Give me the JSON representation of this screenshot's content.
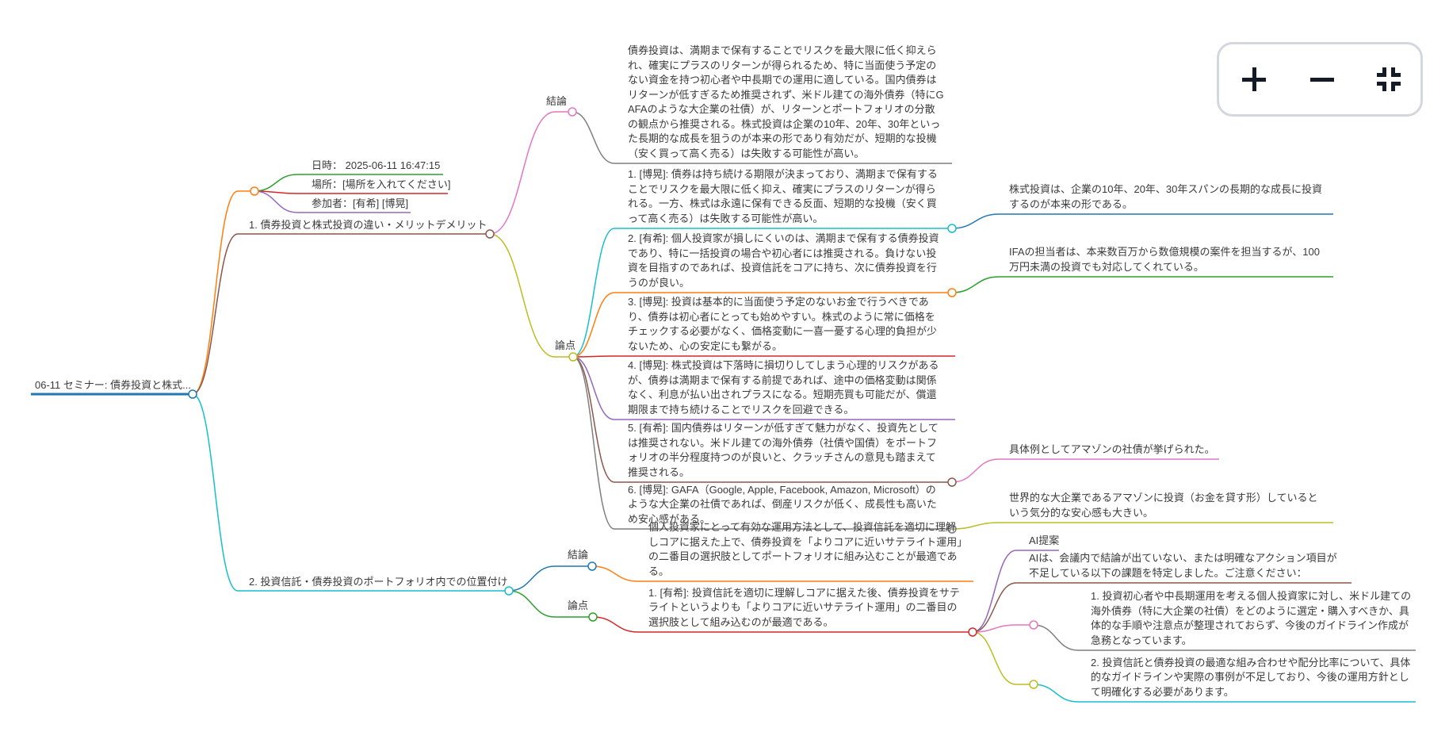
{
  "root": {
    "label": "06-11 セミナー: 債券投資と株式..."
  },
  "meta": {
    "datetime": "日時： 2025-06-11 16:47:15",
    "place": "場所：[場所を入れてください]",
    "participants": "参加者：[有希] [博晃]"
  },
  "topic1": {
    "title": "1. 債券投資と株式投資の違い・メリットデメリット",
    "conclusion_label": "結論",
    "conclusion": "債券投資は、満期まで保有することでリスクを最大限に低く抑えられ、確実にプラスのリターンが得られるため、特に当面使う予定のない資金を持つ初心者や中長期での運用に適している。国内債券はリターンが低すぎるため推奨されず、米ドル建ての海外債券（特にGAFAのような大企業の社債）が、リターンとポートフォリオの分散の観点から推奨される。株式投資は企業の10年、20年、30年といった長期的な成長を狙うのが本来の形であり有効だが、短期的な投機（安く買って高く売る）は失敗する可能性が高い。",
    "points_label": "論点",
    "points": [
      {
        "text": "1. [博晃]: 債券は持ち続ける期限が決まっており、満期まで保有することでリスクを最大限に低く抑え、確実にプラスのリターンが得られる。一方、株式は永遠に保有できる反面、短期的な投機（安く買って高く売る）は失敗する可能性が高い。",
        "note": "株式投資は、企業の10年、20年、30年スパンの長期的な成長に投資するのが本来の形である。"
      },
      {
        "text": "2. [有希]: 個人投資家が損しにくいのは、満期まで保有する債券投資であり、特に一括投資の場合や初心者には推奨される。負けない投資を目指すのであれば、投資信託をコアに持ち、次に債券投資を行うのが良い。",
        "note": "IFAの担当者は、本来数百万から数億規模の案件を担当するが、100万円未満の投資でも対応してくれている。"
      },
      {
        "text": "3. [博晃]: 投資は基本的に当面使う予定のないお金で行うべきであり、債券は初心者にとっても始めやすい。株式のように常に価格をチェックする必要がなく、価格変動に一喜一憂する心理的負担が少ないため、心の安定にも繋がる。"
      },
      {
        "text": "4. [博晃]: 株式投資は下落時に損切りしてしまう心理的リスクがあるが、債券は満期まで保有する前提であれば、途中の価格変動は関係なく、利息が払い出されプラスになる。短期売買も可能だが、償還期限まで持ち続けることでリスクを回避できる。"
      },
      {
        "text": "5. [有希]: 国内債券はリターンが低すぎて魅力がなく、投資先としては推奨されない。米ドル建ての海外債券（社債や国債）をポートフォリオの半分程度持つのが良いと、クラッチさんの意見も踏まえて推奨される。",
        "note": "具体例としてアマゾンの社債が挙げられた。"
      },
      {
        "text": "6. [博晃]: GAFA（Google, Apple, Facebook, Amazon, Microsoft）のような大企業の社債であれば、倒産リスクが低く、成長性も高いため安心感がある。",
        "note": "世界的な大企業であるアマゾンに投資（お金を貸す形）しているという気分的な安心感も大きい。"
      }
    ]
  },
  "topic2": {
    "title": "2. 投資信託・債券投資のポートフォリオ内での位置付け",
    "conclusion_label": "結論",
    "conclusion": "個人投資家にとって有効な運用方法として、投資信託を適切に理解しコアに据えた上で、債券投資を「よりコアに近いサテライト運用」の二番目の選択肢としてポートフォリオに組み込むことが最適である。",
    "points_label": "論点",
    "point": "1. [有希]: 投資信託を適切に理解しコアに据えた後、債券投資をサテライトというよりも「よりコアに近いサテライト運用」の二番目の選択肢として組み込むのが最適である。",
    "ai": {
      "label": "AI提案",
      "intro": "AIは、会議内で結論が出ていない、または明確なアクション項目が不足している以下の課題を特定しました。ご注意ください：",
      "items": [
        "1. 投資初心者や中長期運用を考える個人投資家に対し、米ドル建ての海外債券（特に大企業の社債）をどのように選定・購入すべきか、具体的な手順や注意点が整理されておらず、今後のガイドライン作成が急務となっています。",
        "2. 投資信託と債券投資の最適な組み合わせや配分比率について、具体的なガイドラインや実際の事例が不足しており、今後の運用方針として明確化する必要があります。"
      ]
    }
  },
  "toolbar": {
    "zoom_in": "plus-icon",
    "zoom_out": "minus-icon",
    "fit": "fit-icon"
  },
  "colors": {
    "blue": "#1f77b4",
    "orange": "#ff7f0e",
    "green": "#2ca02c",
    "red": "#d62728",
    "purple": "#9467bd",
    "brown": "#8c564b",
    "pink": "#e377c2",
    "gray": "#7f7f7f",
    "olive": "#bcbd22",
    "cyan": "#17becf"
  }
}
